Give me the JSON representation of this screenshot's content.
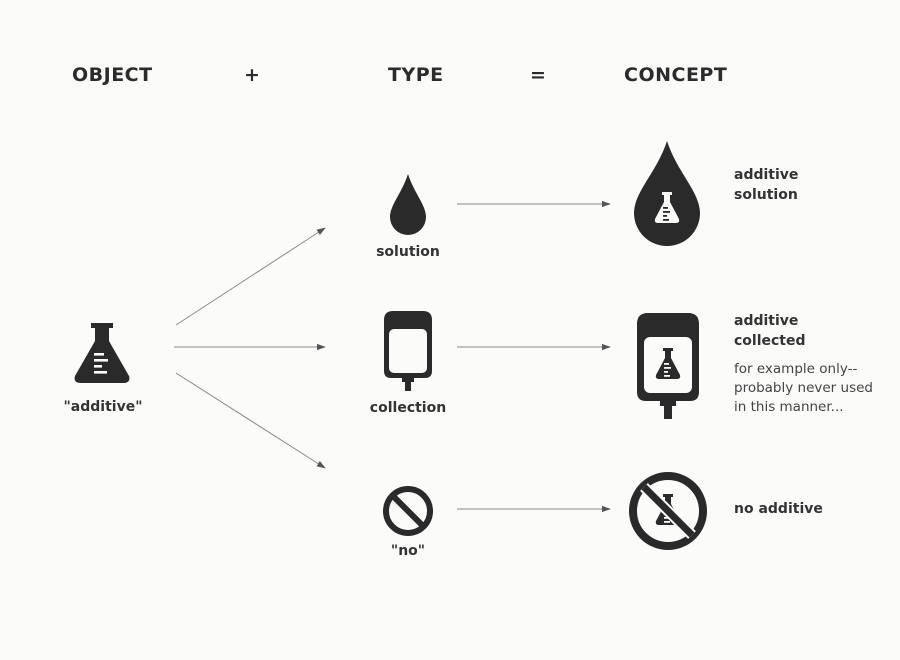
{
  "headers": {
    "object": "OBJECT",
    "plus": "+",
    "type": "TYPE",
    "equals": "=",
    "concept": "CONCEPT"
  },
  "object": {
    "label": "\"additive\"",
    "icon": "flask-icon"
  },
  "types": [
    {
      "label": "solution",
      "icon": "drop-icon"
    },
    {
      "label": "collection",
      "icon": "bag-icon"
    },
    {
      "label": "\"no\"",
      "icon": "prohibition-icon"
    }
  ],
  "concepts": [
    {
      "line1": "additive",
      "line2": "solution",
      "icon": "drop-flask-icon"
    },
    {
      "line1": "additive",
      "line2": "collected",
      "icon": "bag-flask-icon",
      "note": [
        "for example only--",
        "probably never used",
        "in this manner..."
      ]
    },
    {
      "line1": "no additive",
      "icon": "no-flask-icon"
    }
  ],
  "colors": {
    "ink": "#2a2a2a",
    "line": "#8a8a8a",
    "background": "#fbfbfa"
  }
}
